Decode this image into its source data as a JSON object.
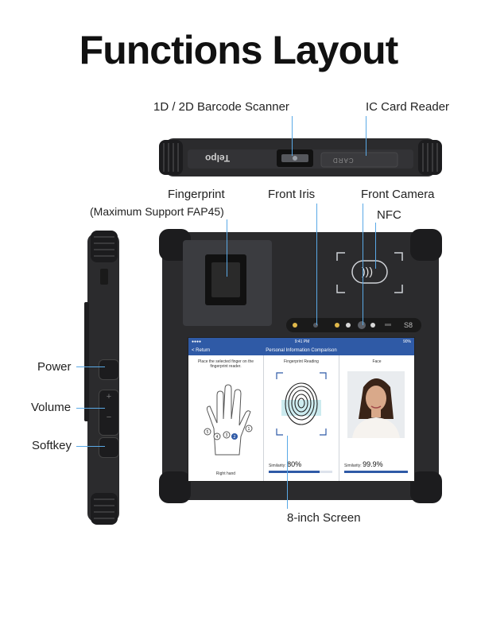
{
  "title": "Functions Layout",
  "labels": {
    "barcode": "1D / 2D Barcode Scanner",
    "ic_card": "IC Card Reader",
    "fingerprint": "Fingerprint",
    "fingerprint_sub": "(Maximum Support FAP45)",
    "front_iris": "Front Iris",
    "front_camera": "Front Camera",
    "nfc": "NFC",
    "power": "Power",
    "volume": "Volume",
    "softkey": "Softkey",
    "screen": "8-inch Screen"
  },
  "device": {
    "brand": "Telpo",
    "card_slot": "CARD",
    "model": "S8"
  },
  "app": {
    "status_time": "9:41 PM",
    "status_battery": "90%",
    "back": "< Return",
    "header": "Personal Information Comparison",
    "hand_instruction": "Place the selected finger on the fingerprint reader.",
    "hand_caption": "Right hand",
    "fingerprint_title": "Fingerprint Reading",
    "fingerprint_similarity_label": "Similarity:",
    "fingerprint_similarity": "80%",
    "fingerprint_fraction": 0.8,
    "face_title": "Face",
    "face_similarity_label": "Similarity:",
    "face_similarity": "99.9%",
    "face_fraction": 0.999,
    "finger_numbers": [
      "1",
      "2",
      "3",
      "4",
      "5"
    ]
  },
  "colors": {
    "accent": "#2f5aa6",
    "pointer_line": "#5aa9e6",
    "device_body": "#2b2b2d"
  }
}
